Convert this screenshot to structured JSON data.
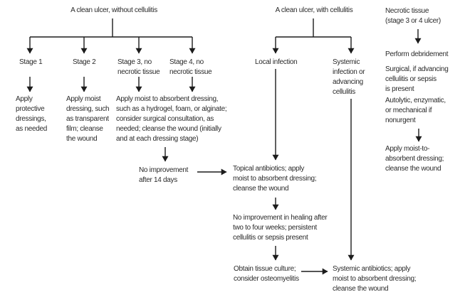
{
  "colors": {
    "background": "#ffffff",
    "text": "#2b2b2b",
    "line": "#1c1c1c"
  },
  "clean_no_cellulitis": {
    "root": "A clean ulcer, without cellulitis",
    "stage1_label": "Stage 1",
    "stage2_label": "Stage 2",
    "stage3_label": "Stage 3, no\nnecrotic tissue",
    "stage4_label": "Stage 4, no\nnecrotic tissue",
    "stage1_action": "Apply\nprotective\ndressings,\nas needed",
    "stage2_action": "Apply moist\ndressing, such\nas transparent\nfilm; cleanse\nthe wound",
    "stage34_action": "Apply moist to absorbent dressing,\nsuch as a hydrogel, foam, or alginate;\nconsider surgical consultation, as\nneeded; cleanse the wound (initially\nand at each dressing stage)",
    "no_improvement": "No improvement\nafter 14 days"
  },
  "clean_with_cellulitis": {
    "root": "A clean ulcer, with cellulitis",
    "local_label": "Local infection",
    "systemic_label": "Systemic\ninfection or\nadvancing\ncellulitis",
    "topical_antibiotics": "Topical antibiotics; apply\nmoist to absorbent dressing;\ncleanse the wound",
    "no_improvement": "No improvement in healing after\ntwo to four weeks; persistent\ncellulitis or sepsis present",
    "tissue_culture": "Obtain tissue culture;\nconsider osteomyelitis",
    "systemic_antibiotics": "Systemic antibiotics; apply\nmoist to absorbent dressing;\ncleanse the wound"
  },
  "necrotic": {
    "root": "Necrotic tissue\n(stage 3 or 4 ulcer)",
    "debridement": "Perform debridement",
    "surgical": "Surgical, if advancing\ncellulitis or sepsis\nis present",
    "autolytic": "Autolytic, enzymatic,\nor mechanical if\nnonurgent",
    "dressing": "Apply moist-to-\nabsorbent dressing;\ncleanse the wound"
  }
}
